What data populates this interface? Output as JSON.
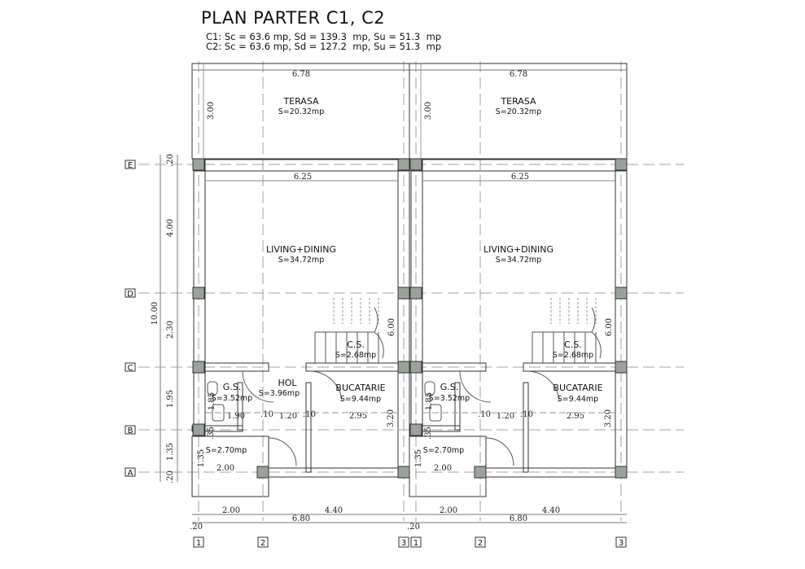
{
  "title": "PLAN PARTER C1, C2",
  "summary": [
    "C1: Sc = 63.6 mp, Sd = 139.3  mp, Su = 51.3  mp",
    "C2: Sc = 63.6 mp, Sd = 127.2  mp, Su = 51.3  mp"
  ],
  "grid_rows": [
    "E",
    "D",
    "C",
    "B",
    "A"
  ],
  "grid_cols": [
    "1",
    "2",
    "3"
  ],
  "side_dims": [
    ".20",
    "4.00",
    "2.30",
    "1.95",
    "1.35",
    ".20",
    "10.00"
  ],
  "houses": [
    {
      "rooms": {
        "terasa": "TERASA",
        "terasa_area": "S=20.32mp",
        "living": "LIVING+DINING",
        "living_area": "S=34.72mp",
        "cs": "C.S.",
        "cs_area": "S=2.68mp",
        "gs": "G.S.",
        "gs_area": "S=3.52mp",
        "hol": "HOL",
        "hol_area": "S=3.96mp",
        "bucatarie": "BUCATARIE",
        "bucatarie_area": "S=9.44mp",
        "storage_area": "S=2.70mp"
      },
      "dims": {
        "terrace_width": "6.78",
        "terrace_depth": "3.00",
        "living_width": "6.25",
        "stair": "6.00",
        "gs_height": "1.85",
        "gs_offset": ".35",
        "gs_width": "1.90",
        "wall1": ".10",
        "hol_width": "1.20",
        "wall2": ".10",
        "kitchen_width": "2.95",
        "kitchen_depth": "3.20",
        "storage_height": "1.35",
        "storage_width": "2.00",
        "bottom_left": "2.00",
        "bottom_right": "4.40",
        "bottom_total": "6.80",
        "bottom_edge": ".20"
      }
    },
    {
      "rooms": {
        "terasa": "TERASA",
        "terasa_area": "S=20.32mp",
        "living": "LIVING+DINING",
        "living_area": "S=34.72mp",
        "cs": "C.S.",
        "cs_area": "S=2.68mp",
        "gs": "G.S.",
        "gs_area": "S=3.52mp",
        "bucatarie": "BUCATARIE",
        "bucatarie_area": "S=9.44mp",
        "storage_area": "S=2.70mp"
      },
      "dims": {
        "terrace_width": "6.78",
        "terrace_depth": "3.00",
        "living_width": "6.25",
        "stair": "6.00",
        "gs_height": "1.85",
        "gs_offset": ".35",
        "wall1": ".10",
        "hol_width": "1.20",
        "wall2": ".10",
        "kitchen_width": "2.95",
        "kitchen_depth": "3.20",
        "storage_height": "1.35",
        "storage_width": "2.00",
        "bottom_left": "2.00",
        "bottom_right": "4.40",
        "bottom_total": "6.80",
        "bottom_edge": ".20"
      }
    }
  ],
  "colors": {
    "column_fill": "#9aa39a",
    "line": "#333333",
    "dash": "#888888"
  }
}
